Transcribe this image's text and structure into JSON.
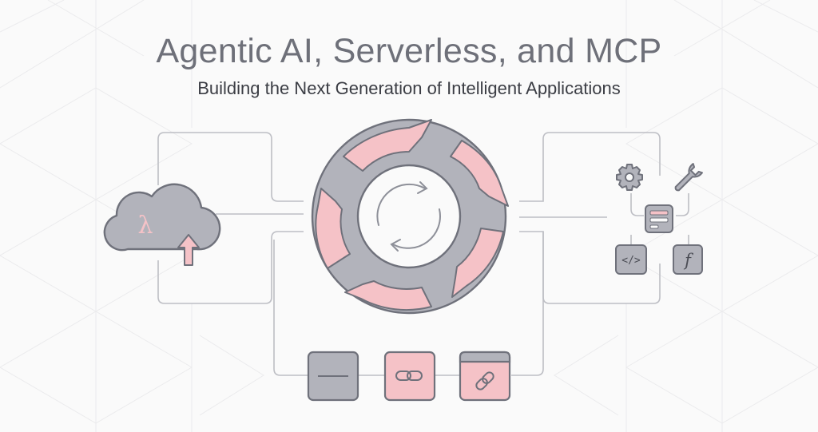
{
  "header": {
    "title": "Agentic AI, Serverless, and MCP",
    "subtitle": "Building the Next Generation of Intelligent Applications"
  },
  "diagram": {
    "left_node": {
      "icon": "cloud-lambda-upload-icon",
      "glyph": "λ"
    },
    "center_node": {
      "icon": "cycle-ring-icon"
    },
    "right_node": {
      "icons": [
        "gear-icon",
        "wrench-icon",
        "server-panel-icon",
        "code-icon",
        "function-icon"
      ],
      "code_glyph": "</>",
      "function_glyph": "f"
    },
    "bottom_chain": {
      "icons": [
        "blank-block-icon",
        "link-block-icon",
        "browser-link-block-icon"
      ]
    }
  },
  "colors": {
    "background": "#fafafa",
    "gray_fill": "#b2b3bb",
    "pink_fill": "#f5c2c7",
    "stroke": "#6f717b",
    "connector": "#bdbec4",
    "grid": "#ebebed",
    "title": "#6e7079",
    "subtitle": "#3b3d44"
  }
}
